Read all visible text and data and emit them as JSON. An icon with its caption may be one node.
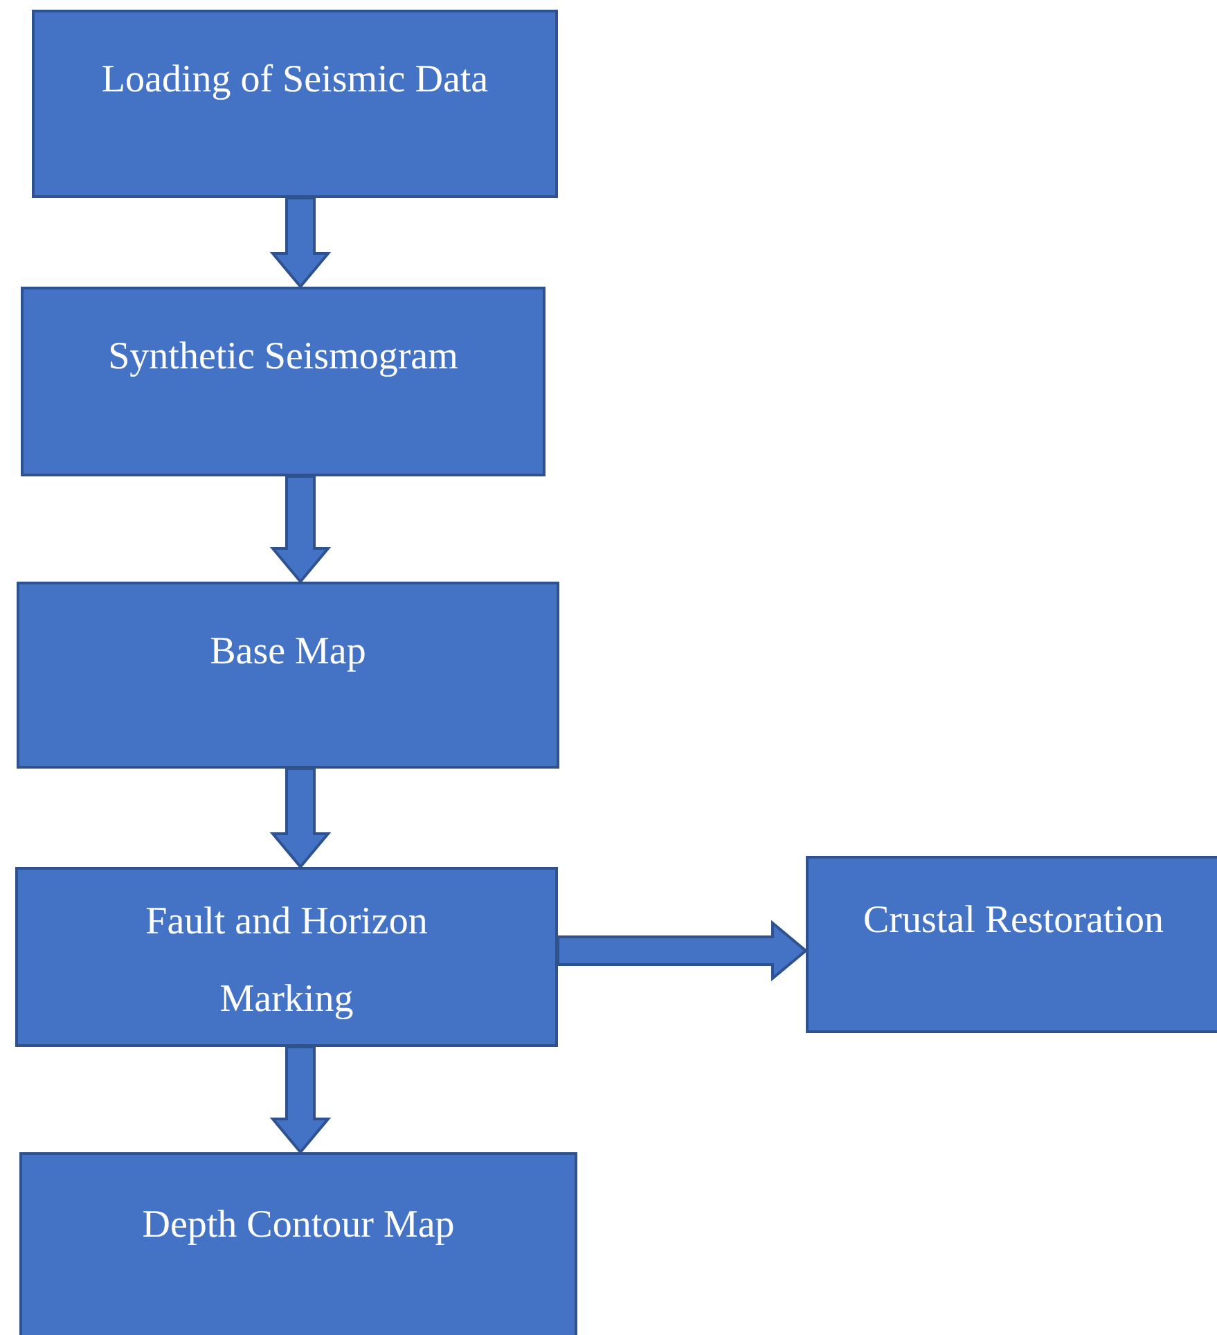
{
  "diagram": {
    "nodes": [
      {
        "text": [
          "Loading of Seismic Data"
        ]
      },
      {
        "text": [
          "Synthetic Seismogram"
        ]
      },
      {
        "text": [
          "Base Map"
        ]
      },
      {
        "text": [
          "Fault and Horizon Marking"
        ]
      },
      {
        "text": [
          "Crustal Restoration"
        ]
      },
      {
        "text": [
          "Depth Contour Map"
        ]
      }
    ],
    "edges": [
      {
        "from": 0,
        "to": 1,
        "arrow": "to"
      },
      {
        "from": 1,
        "to": 2,
        "arrow": "to"
      },
      {
        "from": 2,
        "to": 3,
        "arrow": "to"
      },
      {
        "from": 3,
        "to": 4,
        "arrow": "to"
      },
      {
        "from": 3,
        "to": 5,
        "arrow": "to"
      }
    ]
  }
}
